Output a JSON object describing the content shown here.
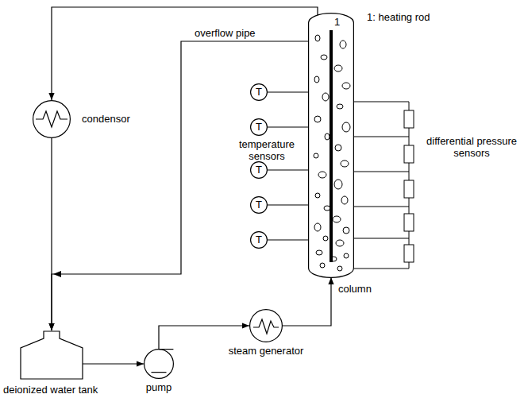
{
  "diagram": {
    "nodes": [
      {
        "text": [
          "condensor"
        ]
      },
      {
        "text": [
          "column"
        ]
      },
      {
        "text": [
          "T"
        ]
      },
      {
        "text": [
          "T"
        ]
      },
      {
        "text": [
          "T"
        ]
      },
      {
        "text": [
          "T"
        ]
      },
      {
        "text": [
          "T"
        ]
      },
      {
        "text": [
          "deionized water tank"
        ]
      },
      {
        "text": [
          "pump"
        ]
      },
      {
        "text": [
          "steam generator"
        ]
      }
    ],
    "edges": [
      {
        "from": 1,
        "to": 0,
        "arrow": "to"
      },
      {
        "from": 0,
        "to": 7,
        "arrow": "to"
      },
      {
        "from": 1,
        "to": 7,
        "arrow": "to",
        "label": "overflow pipe"
      },
      {
        "from": 7,
        "to": 8,
        "arrow": "to"
      },
      {
        "from": 8,
        "to": 9,
        "arrow": "to"
      },
      {
        "from": 9,
        "to": 1,
        "arrow": "to"
      },
      {
        "from": 2,
        "to": 1,
        "arrow": "none"
      },
      {
        "from": 3,
        "to": 1,
        "arrow": "none"
      },
      {
        "from": 4,
        "to": 1,
        "arrow": "none"
      },
      {
        "from": 5,
        "to": 1,
        "arrow": "none"
      },
      {
        "from": 6,
        "to": 1,
        "arrow": "none"
      }
    ],
    "labels": [
      "1",
      "1: heating rod",
      "temperature sensors",
      "differential pressure sensors"
    ]
  }
}
